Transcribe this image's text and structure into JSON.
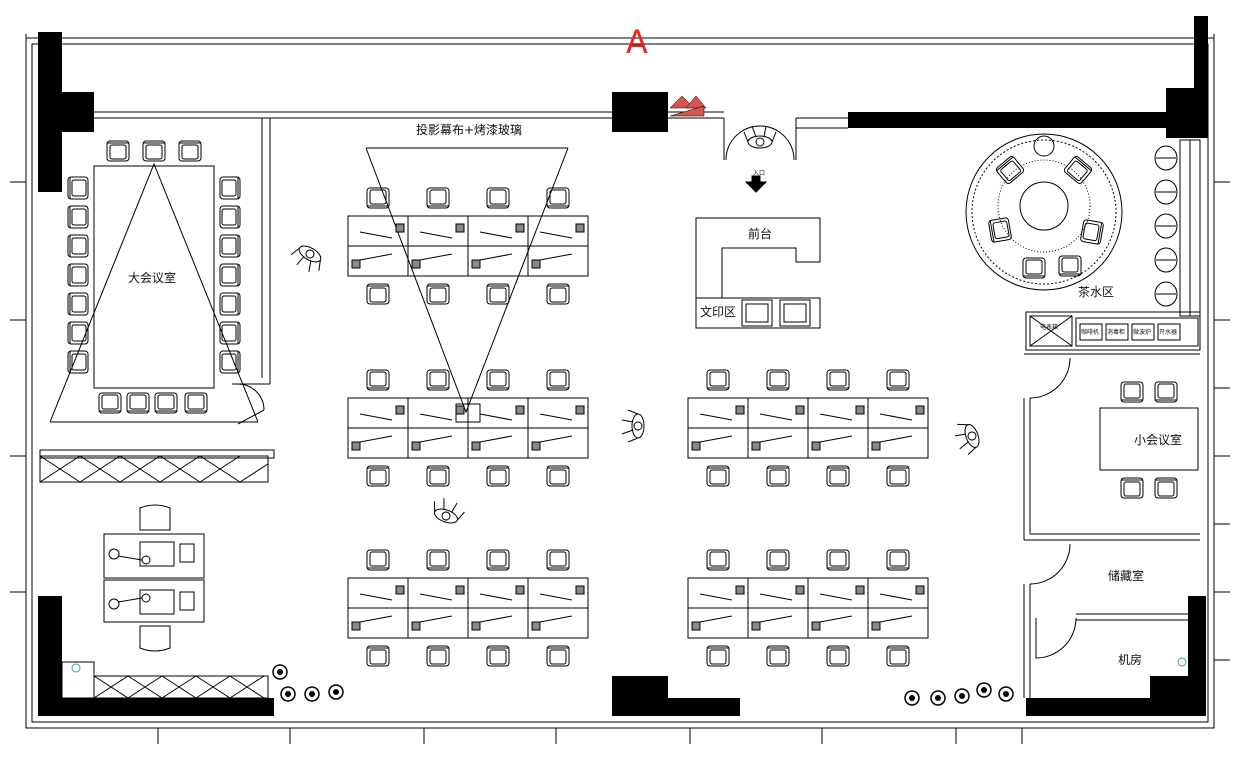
{
  "plan": {
    "marker": "A",
    "marker_color": "#e8231f",
    "rooms": {
      "large_meeting": "大会议室",
      "small_meeting": "小会议室",
      "reception": "前台",
      "print_area": "文印区",
      "tea_area": "茶水区",
      "storage": "储藏室",
      "server_room": "机房",
      "projection": "投影幕布+烤漆玻璃",
      "entrance": "入口",
      "panel_box": "电表箱"
    },
    "appliances": [
      "咖啡机",
      "消毒柜",
      "微波炉",
      "开水器"
    ],
    "wall_color": "#000000",
    "accent_color": "#d9534f"
  }
}
